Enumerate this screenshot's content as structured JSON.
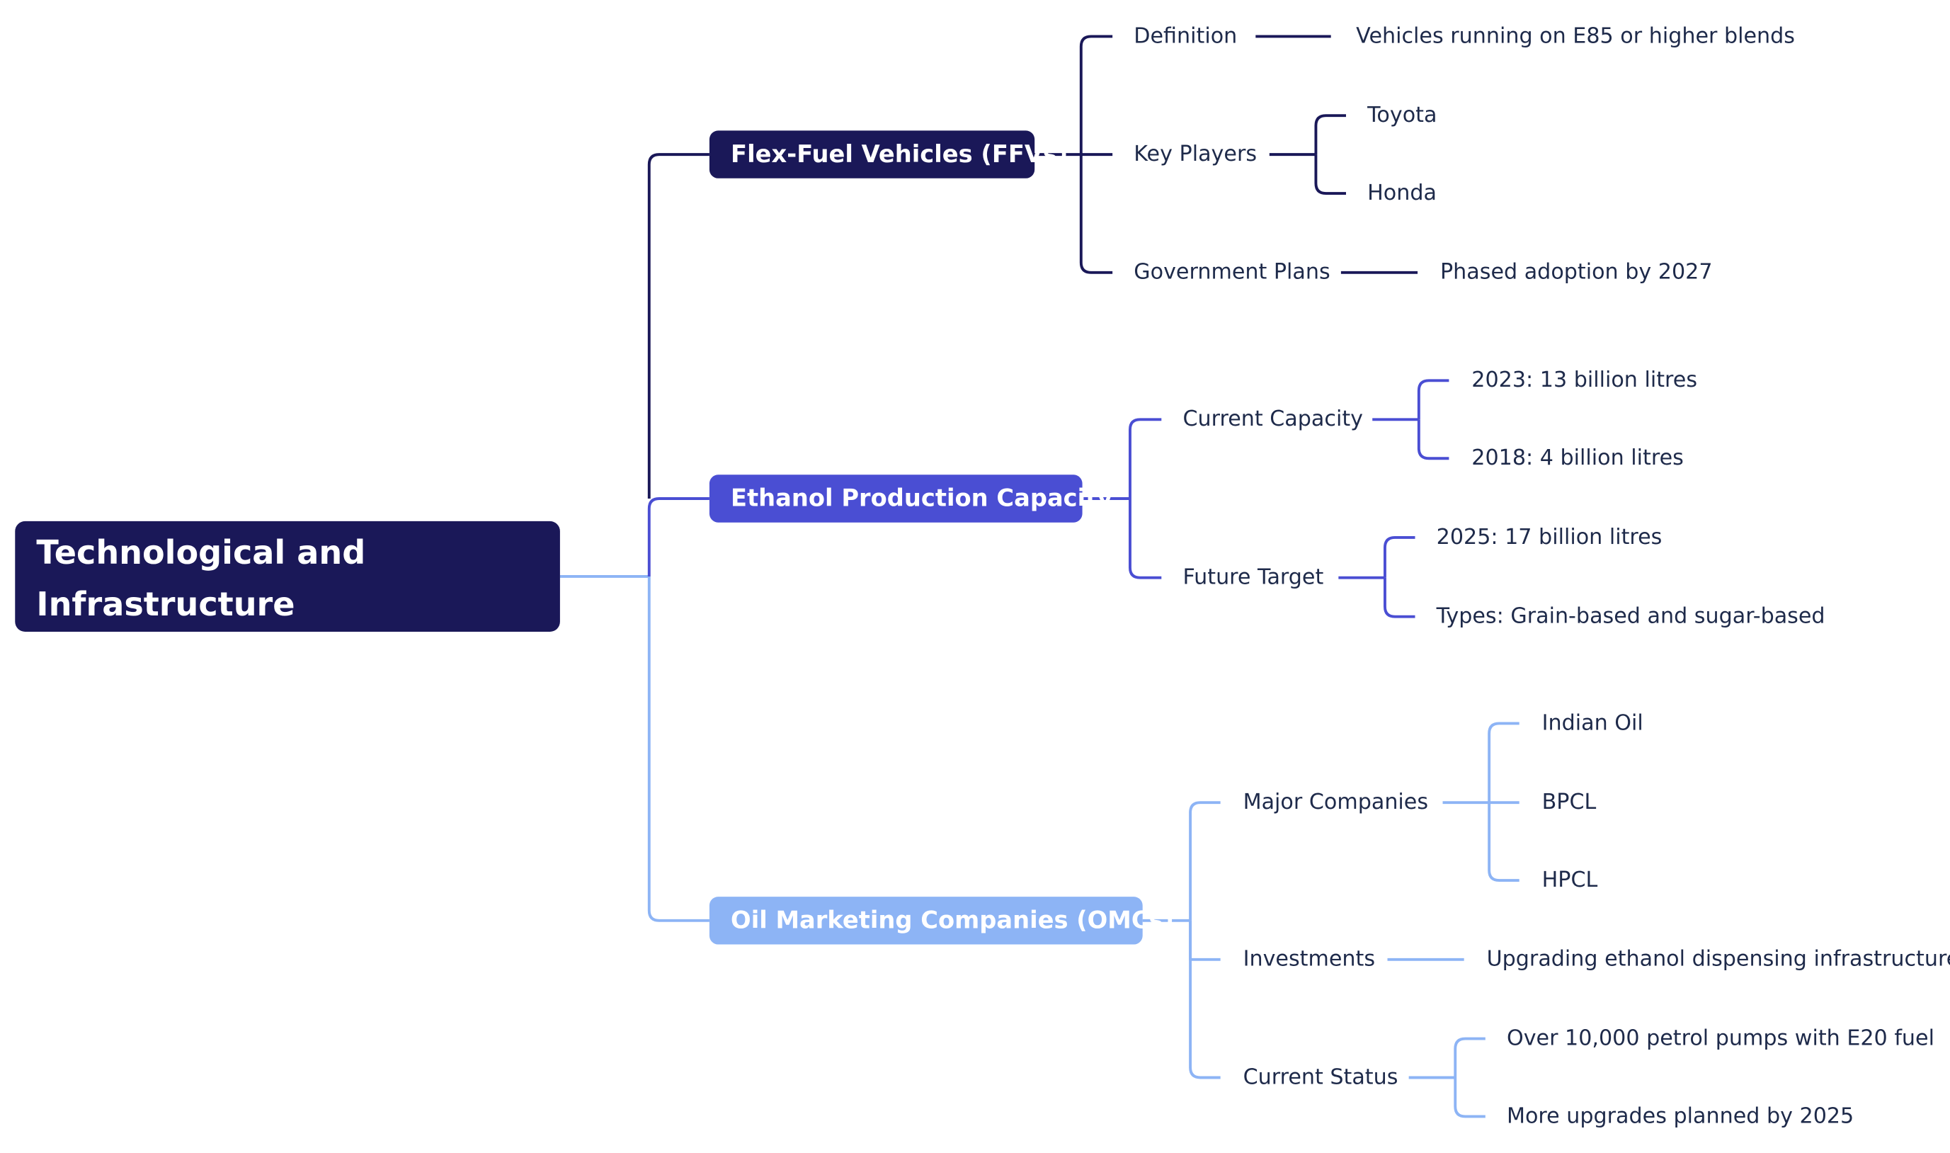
{
  "colors": {
    "root_bg": "#1a1858",
    "ffv": "#1a1858",
    "ethanol": "#4a4ed3",
    "omc": "#8db4f5",
    "text": "#1e2a4a"
  },
  "root": {
    "label": "Technological and Infrastructure Developments"
  },
  "branches": [
    {
      "label": "Flex-Fuel Vehicles (FFVs)",
      "children": [
        {
          "label": "Definition",
          "children": [
            "Vehicles running on E85 or higher blends"
          ]
        },
        {
          "label": "Key Players",
          "children": [
            "Toyota",
            "Honda"
          ]
        },
        {
          "label": "Government Plans",
          "children": [
            "Phased adoption by 2027"
          ]
        }
      ]
    },
    {
      "label": "Ethanol Production Capacity",
      "children": [
        {
          "label": "Current Capacity",
          "children": [
            "2023: 13 billion litres",
            "2018: 4 billion litres"
          ]
        },
        {
          "label": "Future Target",
          "children": [
            "2025: 17 billion litres",
            "Types: Grain-based and sugar-based"
          ]
        }
      ]
    },
    {
      "label": "Oil Marketing Companies (OMCs)",
      "children": [
        {
          "label": "Major Companies",
          "children": [
            "Indian Oil",
            "BPCL",
            "HPCL"
          ]
        },
        {
          "label": "Investments",
          "children": [
            "Upgrading ethanol dispensing infrastructure"
          ]
        },
        {
          "label": "Current Status",
          "children": [
            "Over 10,000 petrol pumps with E20 fuel",
            "More upgrades planned by 2025"
          ]
        }
      ]
    }
  ]
}
